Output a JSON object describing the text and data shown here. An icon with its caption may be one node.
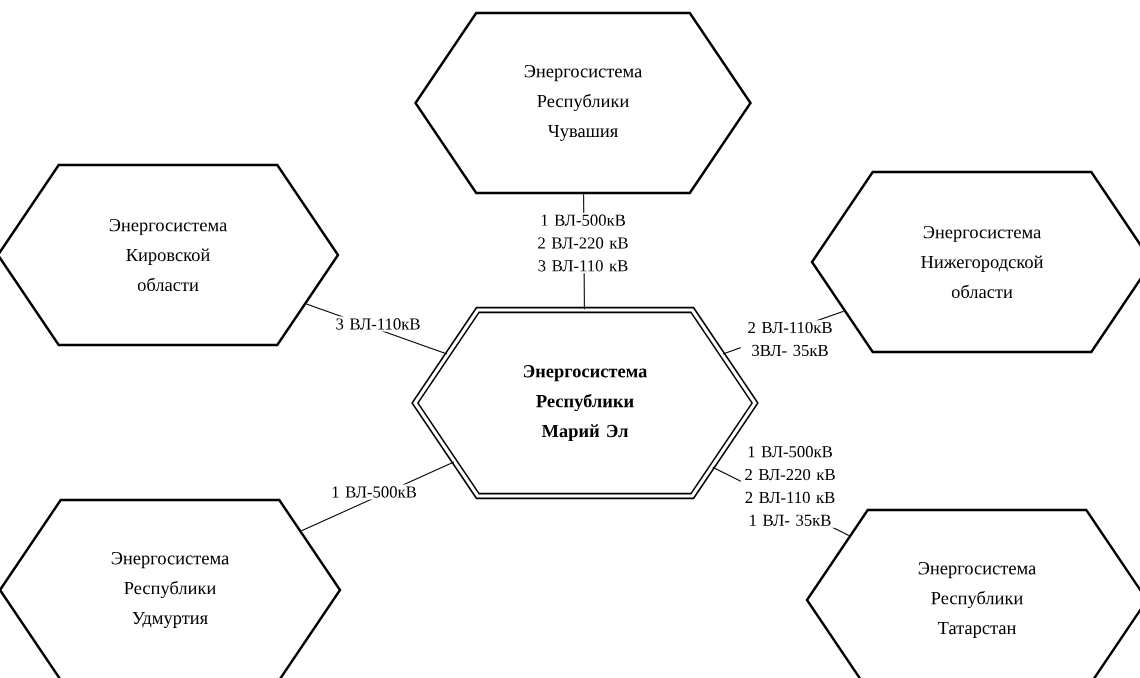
{
  "diagram": {
    "nodes": [
      {
        "text": [
          "Энергосистема Республики Чувашия"
        ]
      },
      {
        "text": [
          "Энергосистема Кировской области"
        ]
      },
      {
        "text": [
          "Энергосистема Нижегородской области"
        ]
      },
      {
        "text": [
          "Энергосистема Республики Марий Эл"
        ]
      },
      {
        "text": [
          "Энергосистема Республики Удмуртия"
        ]
      },
      {
        "text": [
          "Энергосистема Республики Татарстан"
        ]
      }
    ],
    "edges": [
      {
        "from": 0,
        "to": 3,
        "arrow": "none",
        "label": "1 ВЛ-500кВ 2 ВЛ-220 кВ 3 ВЛ-110 кВ"
      },
      {
        "from": 1,
        "to": 3,
        "arrow": "none",
        "label": "3 ВЛ-110кВ"
      },
      {
        "from": 2,
        "to": 3,
        "arrow": "none",
        "label": "2 ВЛ-110кВ 3ВЛ- 35кВ"
      },
      {
        "from": 4,
        "to": 3,
        "arrow": "none",
        "label": "1 ВЛ-500кВ"
      },
      {
        "from": 5,
        "to": 3,
        "arrow": "none",
        "label": "1 ВЛ-500кВ 2 ВЛ-220 кВ 2 ВЛ-110 кВ 1 ВЛ- 35кВ"
      }
    ]
  }
}
